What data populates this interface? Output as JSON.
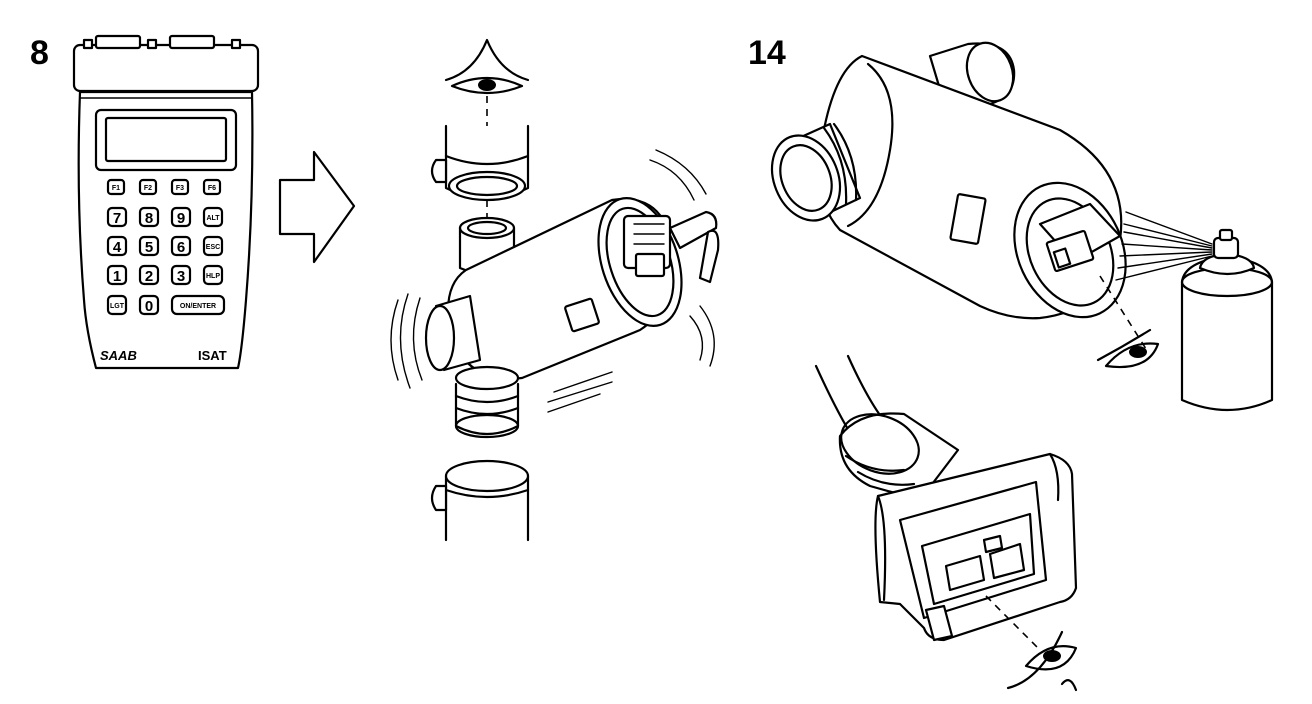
{
  "steps": {
    "first": "8",
    "second": "14"
  },
  "tester": {
    "brand": "SAAB",
    "model": "ISAT",
    "keys": [
      [
        "F1",
        "F2",
        "F3",
        "F6"
      ],
      [
        "7",
        "8",
        "9",
        "ALT"
      ],
      [
        "4",
        "5",
        "6",
        "ESC"
      ],
      [
        "1",
        "2",
        "3",
        "HLP"
      ]
    ],
    "bottom_keys": [
      "LGT",
      "0",
      "ON/ENTER"
    ]
  },
  "icons": {
    "arrow": "right-arrow-icon",
    "eye": "eye-icon",
    "spray": "spray-can-icon"
  }
}
